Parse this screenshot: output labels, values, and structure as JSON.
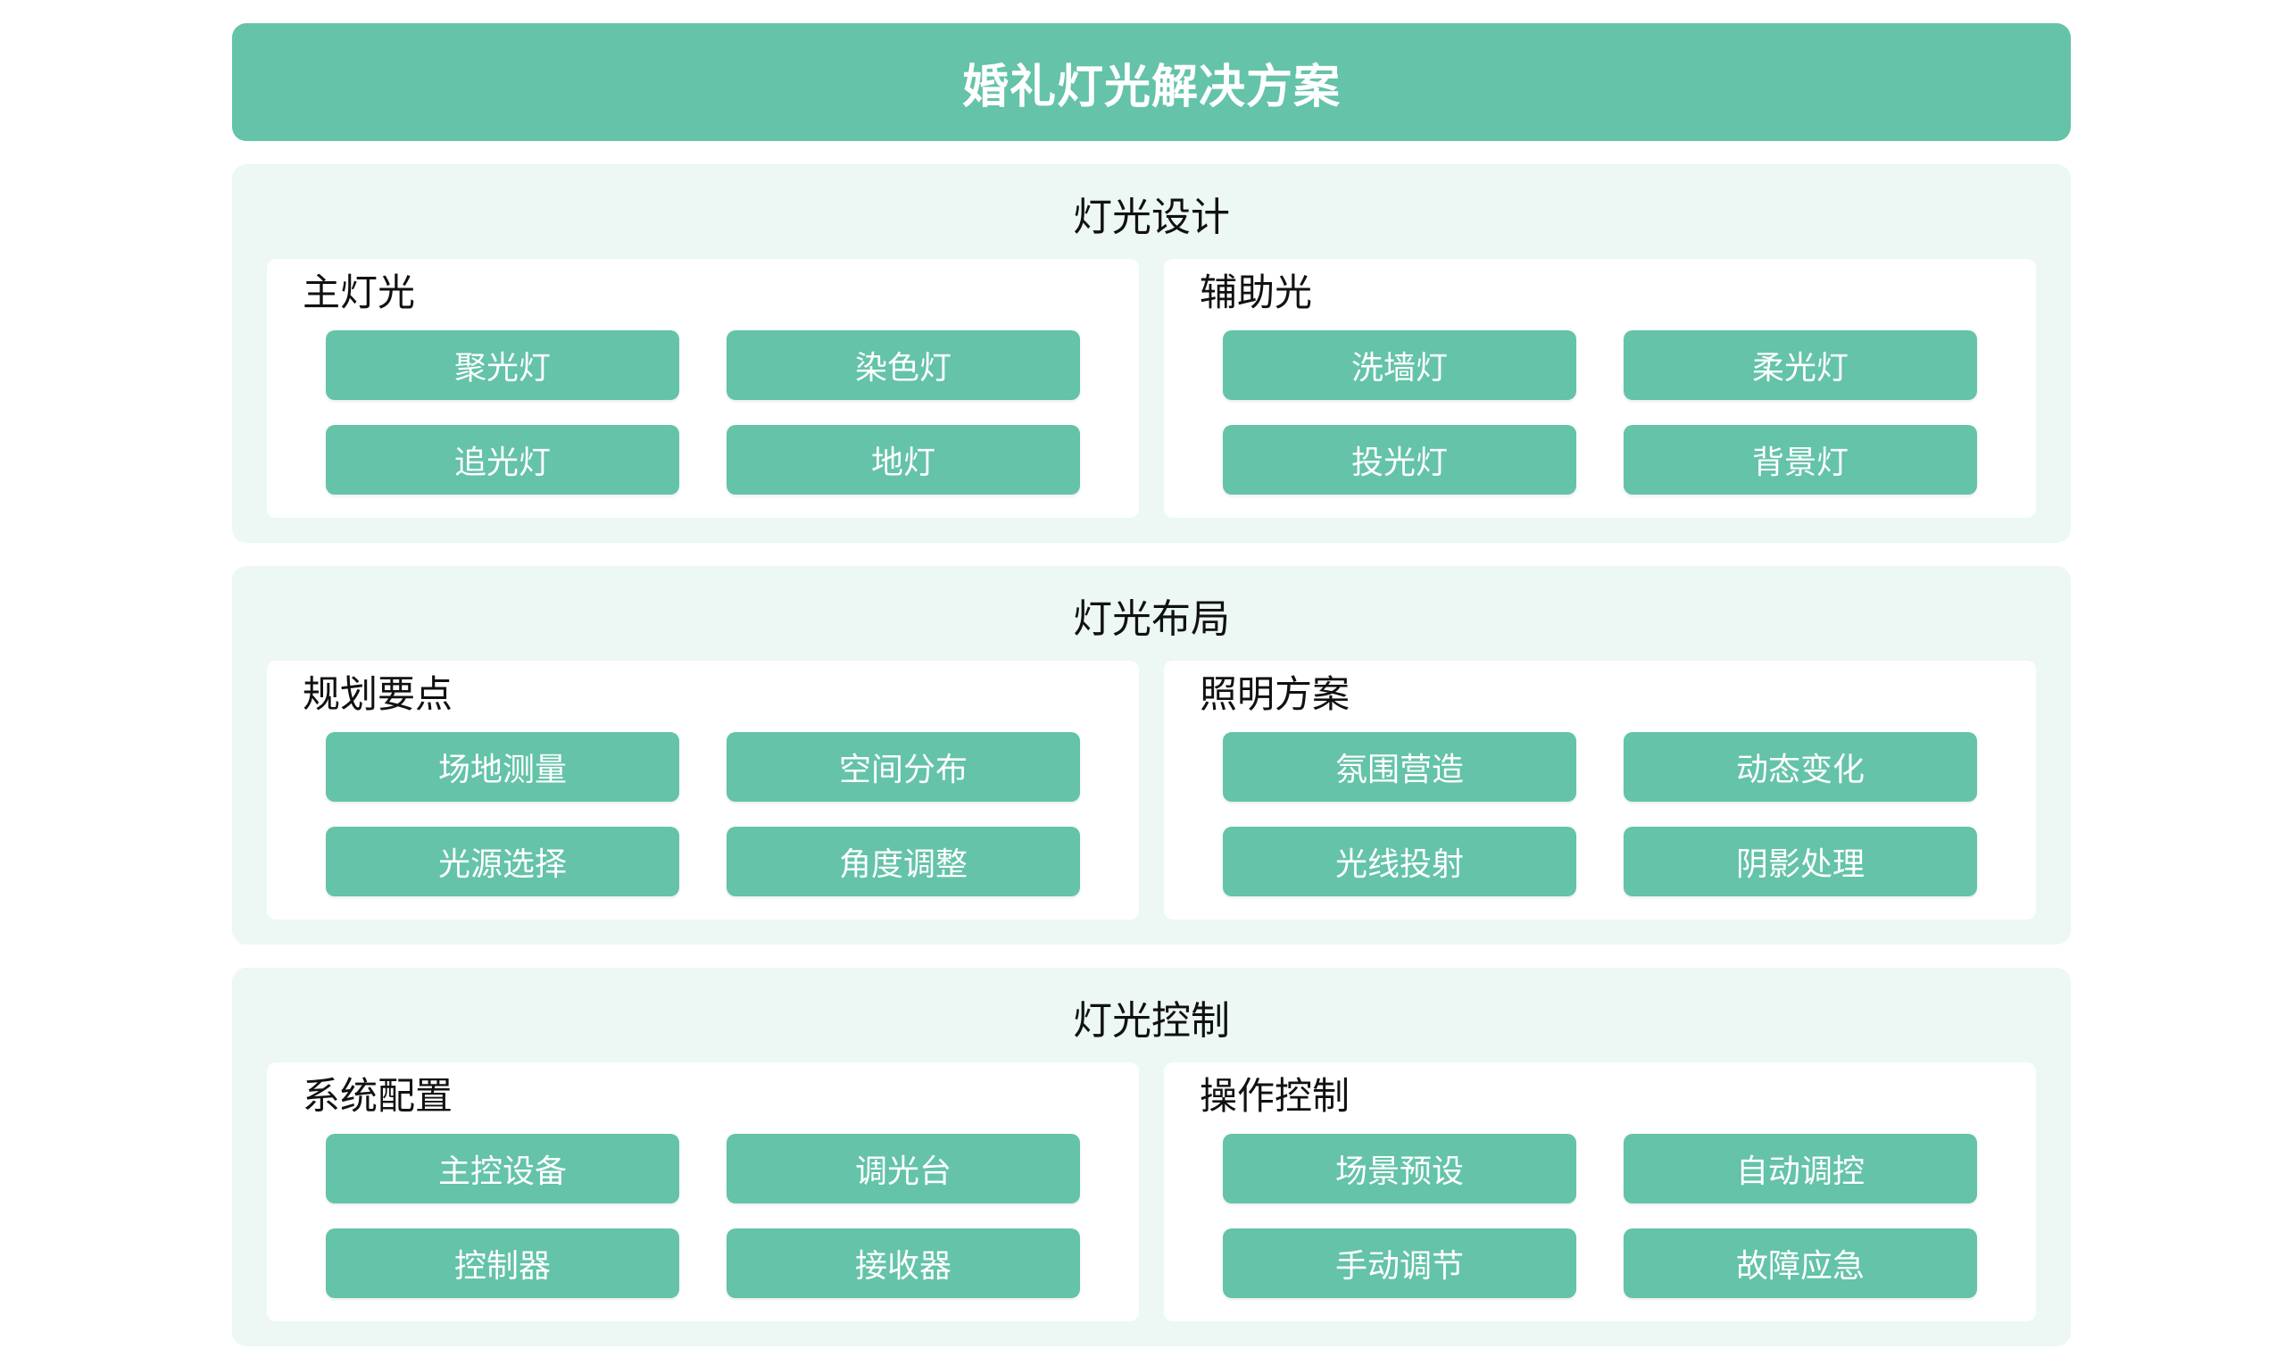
{
  "title": "婚礼灯光解决方案",
  "sections": [
    {
      "title": "灯光设计",
      "cards": [
        {
          "title": "主灯光",
          "items": [
            "聚光灯",
            "染色灯",
            "追光灯",
            "地灯"
          ]
        },
        {
          "title": "辅助光",
          "items": [
            "洗墙灯",
            "柔光灯",
            "投光灯",
            "背景灯"
          ]
        }
      ]
    },
    {
      "title": "灯光布局",
      "cards": [
        {
          "title": "规划要点",
          "items": [
            "场地测量",
            "空间分布",
            "光源选择",
            "角度调整"
          ]
        },
        {
          "title": "照明方案",
          "items": [
            "氛围营造",
            "动态变化",
            "光线投射",
            "阴影处理"
          ]
        }
      ]
    },
    {
      "title": "灯光控制",
      "cards": [
        {
          "title": "系统配置",
          "items": [
            "主控设备",
            "调光台",
            "控制器",
            "接收器"
          ]
        },
        {
          "title": "操作控制",
          "items": [
            "场景预设",
            "自动调控",
            "手动调节",
            "故障应急"
          ]
        }
      ]
    }
  ],
  "colors": {
    "accent": "#64c3a8",
    "section_bg": "#edf7f3",
    "card_bg": "#ffffff"
  }
}
